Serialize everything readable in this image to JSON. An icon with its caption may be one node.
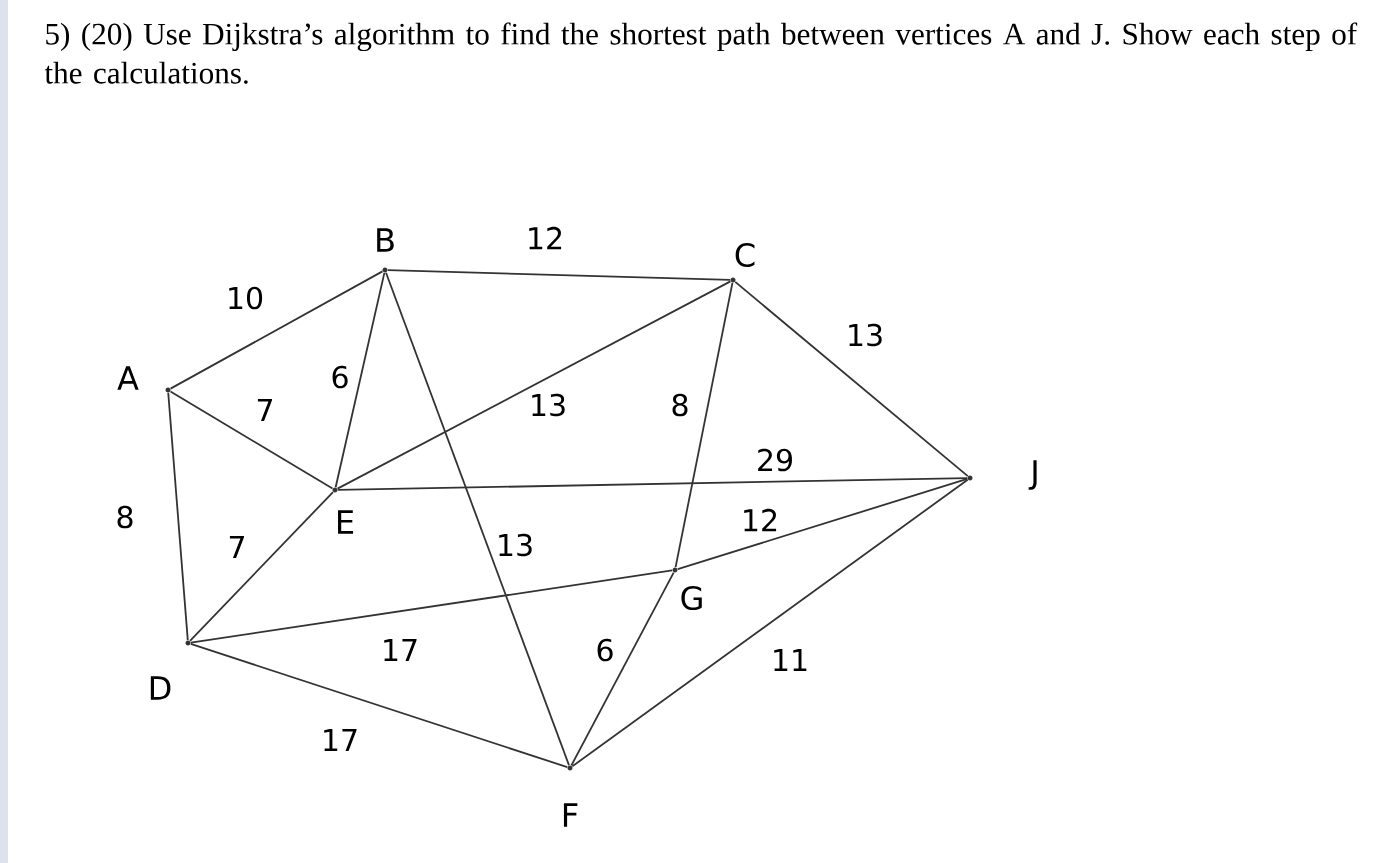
{
  "diagram": {
    "title": "5) (20) Use Dijkstra’s algorithm to find the shortest path between vertices A and J. Show each step of the calculations.",
    "nodes": [
      {
        "text": [
          "A"
        ]
      },
      {
        "text": [
          "B"
        ]
      },
      {
        "text": [
          "C"
        ]
      },
      {
        "text": [
          "D"
        ]
      },
      {
        "text": [
          "E"
        ]
      },
      {
        "text": [
          "F"
        ]
      },
      {
        "text": [
          "G"
        ]
      },
      {
        "text": [
          "J"
        ]
      }
    ],
    "edges": [
      {
        "from": 0,
        "to": 1,
        "arrow": "none",
        "label": "10"
      },
      {
        "from": 0,
        "to": 4,
        "arrow": "none",
        "label": "7"
      },
      {
        "from": 0,
        "to": 3,
        "arrow": "none",
        "label": "8"
      },
      {
        "from": 1,
        "to": 4,
        "arrow": "none",
        "label": "6"
      },
      {
        "from": 1,
        "to": 2,
        "arrow": "none",
        "label": "12"
      },
      {
        "from": 1,
        "to": 5,
        "arrow": "none",
        "label": "13"
      },
      {
        "from": 4,
        "to": 2,
        "arrow": "none",
        "label": "13"
      },
      {
        "from": 4,
        "to": 7,
        "arrow": "none",
        "label": "29"
      },
      {
        "from": 3,
        "to": 4,
        "arrow": "none",
        "label": "7"
      },
      {
        "from": 3,
        "to": 6,
        "arrow": "none",
        "label": "17"
      },
      {
        "from": 3,
        "to": 5,
        "arrow": "none",
        "label": "17"
      },
      {
        "from": 2,
        "to": 6,
        "arrow": "none",
        "label": "8"
      },
      {
        "from": 2,
        "to": 7,
        "arrow": "none",
        "label": "13"
      },
      {
        "from": 6,
        "to": 7,
        "arrow": "none",
        "label": "12"
      },
      {
        "from": 6,
        "to": 5,
        "arrow": "none",
        "label": "6"
      },
      {
        "from": 5,
        "to": 7,
        "arrow": "none",
        "label": "11"
      }
    ]
  }
}
